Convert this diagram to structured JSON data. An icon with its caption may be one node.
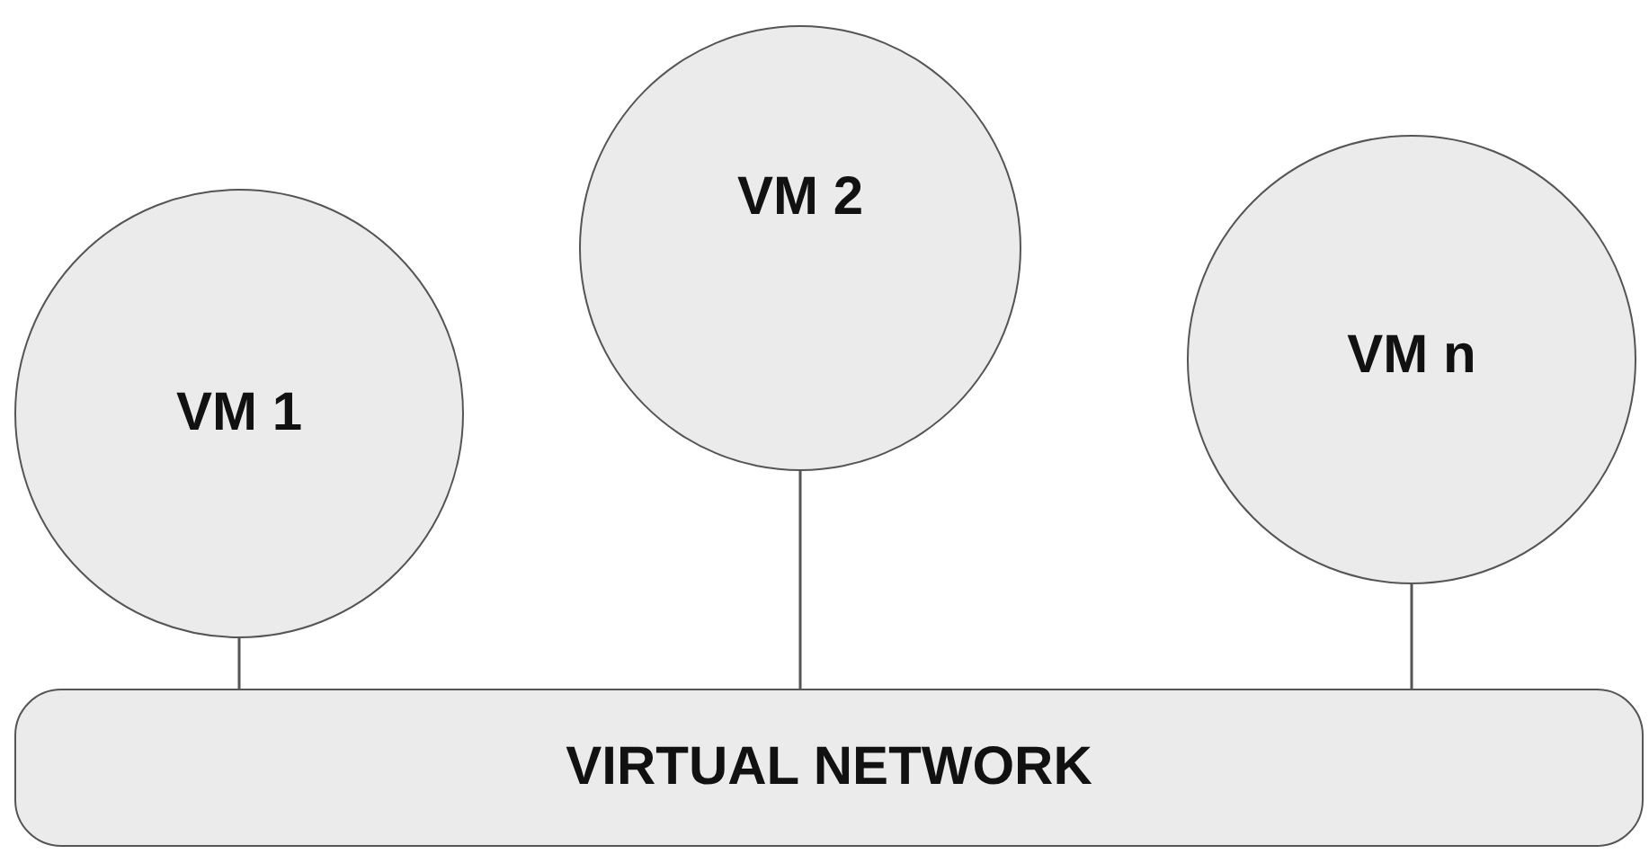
{
  "diagram": {
    "nodes": [
      {
        "text": [
          "VM 1"
        ]
      },
      {
        "text": [
          "VM 2"
        ]
      },
      {
        "text": [
          "VM n"
        ]
      },
      {
        "text": [
          "VIRTUAL NETWORK"
        ]
      }
    ],
    "edges": [
      {
        "from": 0,
        "to": 3,
        "arrow": "none"
      },
      {
        "from": 1,
        "to": 3,
        "arrow": "none"
      },
      {
        "from": 2,
        "to": 3,
        "arrow": "none"
      }
    ]
  }
}
